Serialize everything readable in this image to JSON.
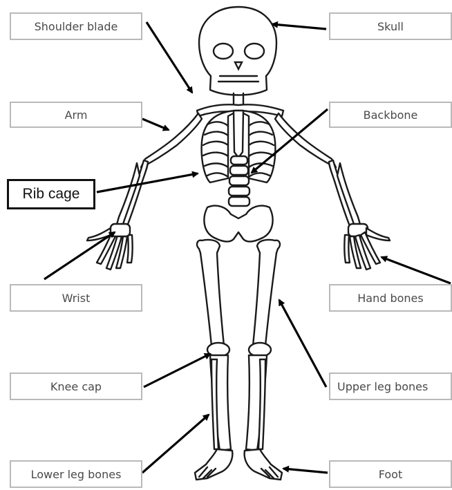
{
  "labels": {
    "shoulder_blade": "Shoulder blade",
    "skull": "Skull",
    "arm": "Arm",
    "backbone": "Backbone",
    "rib_cage": "Rib cage",
    "wrist": "Wrist",
    "hand_bones": "Hand bones",
    "knee_cap": "Knee cap",
    "upper_leg_bones": "Upper leg bones",
    "lower_leg_bones": "Lower leg bones",
    "foot": "Foot"
  }
}
